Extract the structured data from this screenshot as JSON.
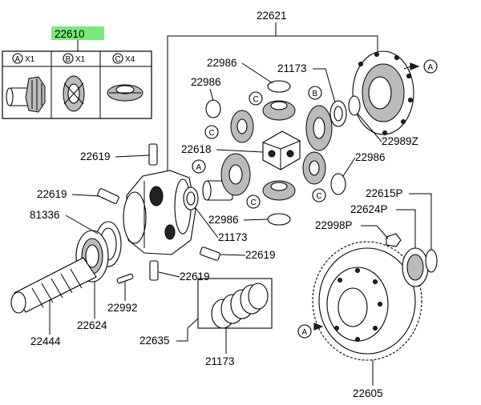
{
  "labels": {
    "p22610": "22610",
    "p22621": "22621",
    "p22986a": "22986",
    "p22986b": "22986",
    "p22986c": "22986",
    "p22986d": "22986",
    "p21173a": "21173",
    "p21173b": "21173",
    "p21173c": "21173",
    "p22989z": "22989Z",
    "p22619a": "22619",
    "p22619b": "22619",
    "p22619c": "22619",
    "p22619d": "22619",
    "p22618": "22618",
    "p81336": "81336",
    "p22615p": "22615P",
    "p22624p": "22624P",
    "p22998p": "22998P",
    "p22992": "22992",
    "p22624": "22624",
    "p22444": "22444",
    "p22635": "22635",
    "p22605": "22605"
  },
  "kit": {
    "a_letter": "A",
    "a_qty": "X1",
    "b_letter": "B",
    "b_qty": "X1",
    "c_letter": "C",
    "c_qty": "X4"
  },
  "callouts": {
    "a": "A",
    "b": "B",
    "c": "C"
  },
  "colors": {
    "highlight": "#7CE87C",
    "line": "#000000"
  }
}
